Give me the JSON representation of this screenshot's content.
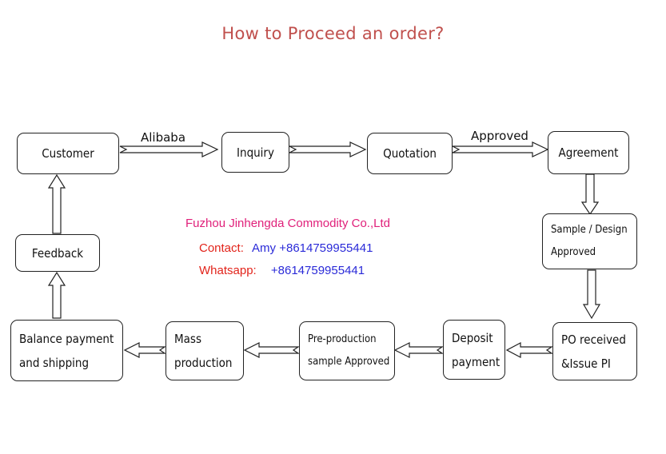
{
  "title": "How to Proceed an order?",
  "nodes": {
    "customer": "Customer",
    "inquiry": "Inquiry",
    "quotation": "Quotation",
    "agreement": "Agreement",
    "sample": [
      "Sample / Design",
      "Approved"
    ],
    "po": [
      "PO received",
      "&Issue PI"
    ],
    "deposit": [
      "Deposit",
      "payment"
    ],
    "preproduction": [
      "Pre-production",
      "sample Approved"
    ],
    "mass": [
      "Mass",
      "production"
    ],
    "balance": [
      "Balance payment",
      "and shipping"
    ],
    "feedback": "Feedback"
  },
  "edge_labels": {
    "customer_to_inquiry": "Alibaba",
    "quotation_to_agreement": "Approved"
  },
  "company": {
    "name": "Fuzhou Jinhengda Commodity Co.,Ltd",
    "contact_label": "Contact:",
    "contact_value": "Amy +8614759955441",
    "whatsapp_label": "Whatsapp:",
    "whatsapp_value": "+8614759955441"
  },
  "colors": {
    "title": "#c0504d",
    "company": "#e0207a",
    "label_red": "#e2231a",
    "value_blue": "#2a2ad8"
  }
}
